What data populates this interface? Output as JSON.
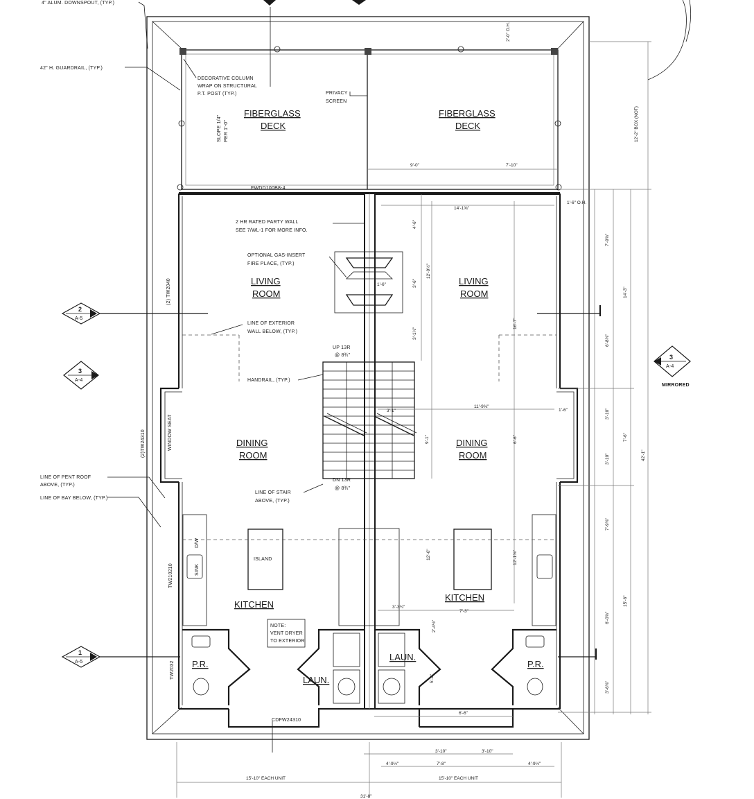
{
  "notes": {
    "downspout": "4\" ALUM. DOWNSPOUT, (TYP.)",
    "guardrail": "42\" H. GUARDRAIL, (TYP.)",
    "column_line1": "DECORATIVE COLUMN",
    "column_line2": "WRAP ON STRUCTURAL",
    "column_line3": "P.T. POST (TYP.)",
    "privacy_line1": "PRIVACY",
    "privacy_line2": "SCREEN",
    "slope_line1": "SLOPE 1/4\"",
    "slope_line2": "PER 1'-0\"",
    "door_top": "FWDD100B8-4",
    "party_line1": "2 HR RATED PARTY WALL",
    "party_line2": "SEE 7/WL-1 FOR MORE INFO.",
    "fire_line1": "OPTIONAL GAS-INSERT",
    "fire_line2": "FIRE PLACE, (TYP.)",
    "extwall_line1": "LINE OF EXTERIOR",
    "extwall_line2": "WALL BELOW, (TYP.)",
    "handrail": "HANDRAIL, (TYP.)",
    "up": "UP 13R",
    "up_dim": "@ 8¾\"",
    "dn": "DN 13R",
    "dn_dim": "@ 8¾\"",
    "stair_line1": "LINE OF STAIR",
    "stair_line2": "ABOVE, (TYP.)",
    "pent_line1": "LINE OF PENT ROOF",
    "pent_line2": "ABOVE, (TYP.)",
    "bay_below": "LINE OF BAY BELOW, (TYP.)",
    "window_left": "(2) TW2040",
    "window_dining": "(2)TW24310",
    "window_seat": "WINDOW SEAT",
    "window_kitchen": "TW210210",
    "window_pr": "TW2032",
    "door_bottom": "CDFW24310",
    "dw": "D/W",
    "sink": "SINK",
    "island": "ISLAND",
    "vent_line1": "NOTE:",
    "vent_line2": "VENT DRYER",
    "vent_line3": "TO EXTERIOR",
    "mirrored": "MIRRORED"
  },
  "rooms": {
    "fiberglass_deck_1": "FIBERGLASS",
    "fiberglass_deck_2": "DECK",
    "living_1": "LIVING",
    "living_2": "ROOM",
    "dining_1": "DINING",
    "dining_2": "ROOM",
    "kitchen": "KITCHEN",
    "laun": "LAUN.",
    "pr": "P.R."
  },
  "tags": {
    "sec2_num": "2",
    "sec2_sheet": "A-5",
    "sec3_num": "3",
    "sec3_sheet": "A-4",
    "sec1_num": "1",
    "sec1_sheet": "A-5",
    "sec3r_num": "3",
    "sec3r_sheet": "A-4"
  },
  "dims": {
    "deck_depth": "12'-2\" BOX (NOT)",
    "oh_top": "2'-0\" O.H.",
    "deck_w1": "9'-0\"",
    "deck_w2": "7'-10\"",
    "living_w": "14'-1⅝\"",
    "oh_right": "1'-6\" O.H.",
    "living_r1": "7'-9⅝\"",
    "living_r2": "14'-3\"",
    "living_r3": "6'-8⅝\"",
    "party_4": "4'-6\"",
    "fp_1": "3'-6\"",
    "fp_2": "12'-9½\"",
    "fp_w": "1'-6\"",
    "stair_w": "3'-1½\"",
    "living_h": "16'-7\"",
    "dining_w": "11'-9⅝\"",
    "bay_1": "1'-6\"",
    "stair_cut": "3'-1\"",
    "dining_1": "9'-1\"",
    "dining_2": "6'-6\"",
    "bay_r1": "3'-10\"",
    "bay_r2": "7'-6\"",
    "bay_r3": "3'-10\"",
    "overall": "42'-1\"",
    "kitchen_r1": "7'-9⅝\"",
    "kitchen_r2": "12'-6\"",
    "kitchen_r3": "12'-1⅝\"",
    "kitchen_r4": "15'-6\"",
    "kitchen_r5": "6'-0⅝\"",
    "kitchen_r6": "3'-6⅝\"",
    "k_w1": "3'-3¾\"",
    "k_w2": "7'-3\"",
    "laun_1": "5'-2\"",
    "laun_2": "2'-4½\"",
    "pr_1": "6'-6\"",
    "bot_1": "3'-10\"",
    "bot_2": "3'-10\"",
    "bot_3": "7'-8\"",
    "bot_4": "4'-9½\"",
    "bot_5": "4'-9½\"",
    "each_left": "15'-10\" EACH UNIT",
    "each_right": "15'-10\" EACH UNIT",
    "total": "31'-8\""
  }
}
